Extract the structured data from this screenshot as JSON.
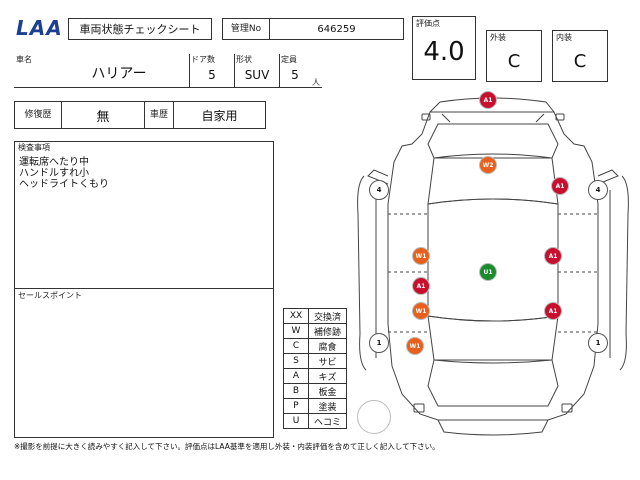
{
  "header": {
    "logo": "LAA",
    "sheet_title": "車両状態チェックシート",
    "mgmt_label": "管理No",
    "mgmt_no": "646259"
  },
  "grade": {
    "score_label": "評価点",
    "score": "4.0",
    "exterior_label": "外装",
    "exterior": "C",
    "interior_label": "内装",
    "interior": "C"
  },
  "vehicle": {
    "name_label": "車名",
    "name": "ハリアー",
    "doors_label": "ドア数",
    "doors": "5",
    "shape_label": "形状",
    "shape": "SUV",
    "capacity_label": "定員",
    "capacity": "5",
    "capacity_unit": "人"
  },
  "history": {
    "repair_label": "修復歴",
    "repair": "無",
    "usage_label": "車歴",
    "usage": "自家用"
  },
  "inspection": {
    "label": "検査事項",
    "lines": [
      "運転席へたり中",
      "ハンドルすれ小",
      "ヘッドライトくもり"
    ]
  },
  "sales_points": {
    "label": "セールスポイント"
  },
  "legend": [
    {
      "code": "XX",
      "meaning": "交換済"
    },
    {
      "code": "W",
      "meaning": "補修跡"
    },
    {
      "code": "C",
      "meaning": "腐食"
    },
    {
      "code": "S",
      "meaning": "サビ"
    },
    {
      "code": "A",
      "meaning": "キズ"
    },
    {
      "code": "B",
      "meaning": "板金"
    },
    {
      "code": "P",
      "meaning": "塗装"
    },
    {
      "code": "U",
      "meaning": "ヘコミ"
    }
  ],
  "diagram_marks": [
    {
      "text": "A1",
      "color": "#c8102e"
    },
    {
      "text": "W2",
      "color": "#e8601c"
    },
    {
      "text": "A1",
      "color": "#c8102e"
    },
    {
      "text": "W1",
      "color": "#e8601c"
    },
    {
      "text": "U1",
      "color": "#1a8c2e"
    },
    {
      "text": "A1",
      "color": "#c8102e"
    },
    {
      "text": "A1",
      "color": "#c8102e"
    },
    {
      "text": "W1",
      "color": "#e8601c"
    },
    {
      "text": "A1",
      "color": "#c8102e"
    },
    {
      "text": "W1",
      "color": "#e8601c"
    }
  ],
  "tires": [
    "4",
    "4",
    "1",
    "1"
  ],
  "footer": "※撮影を前提に大きく読みやすく記入して下さい。評価点はLAA基準を適用し外装・内装評価を含めて正しく記入して下さい。"
}
